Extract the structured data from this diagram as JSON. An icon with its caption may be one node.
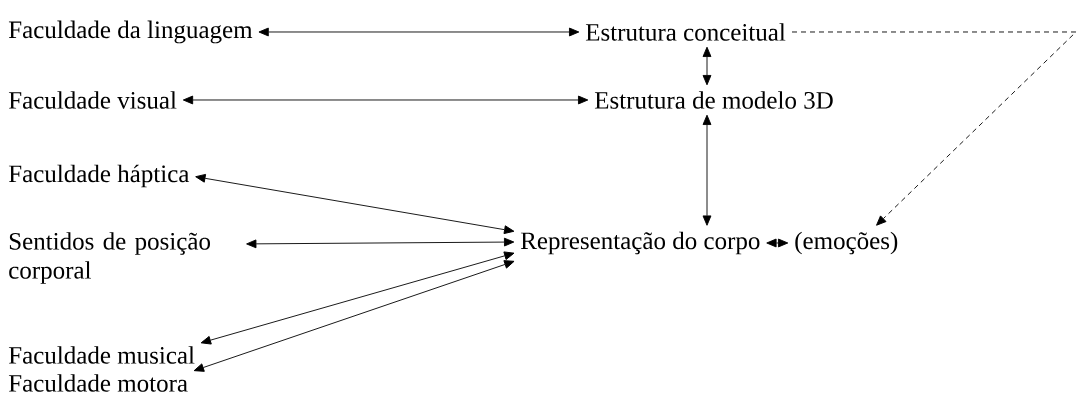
{
  "diagram": {
    "nodes": [
      {
        "text": [
          "Faculdade da linguagem"
        ]
      },
      {
        "text": [
          "Estrutura conceitual"
        ]
      },
      {
        "text": [
          "Faculdade visual"
        ]
      },
      {
        "text": [
          "Estrutura de modelo 3D"
        ]
      },
      {
        "text": [
          "Faculdade háptica"
        ]
      },
      {
        "text": [
          "Sentidos de posição corporal"
        ]
      },
      {
        "text": [
          "Representação do corpo"
        ]
      },
      {
        "text": [
          "(emoções)"
        ]
      },
      {
        "text": [
          "Faculdade musical"
        ]
      },
      {
        "text": [
          "Faculdade motora"
        ]
      }
    ],
    "edges": [
      {
        "from": 0,
        "to": 1,
        "arrow": "both"
      },
      {
        "from": 1,
        "to": 3,
        "arrow": "both"
      },
      {
        "from": 2,
        "to": 3,
        "arrow": "both"
      },
      {
        "from": 3,
        "to": 6,
        "arrow": "both"
      },
      {
        "from": 4,
        "to": 6,
        "arrow": "both"
      },
      {
        "from": 5,
        "to": 6,
        "arrow": "both"
      },
      {
        "from": 8,
        "to": 6,
        "arrow": "both"
      },
      {
        "from": 9,
        "to": 6,
        "arrow": "both"
      },
      {
        "from": 6,
        "to": 7,
        "arrow": "both"
      },
      {
        "from": 1,
        "to": 7,
        "arrow": "to",
        "style": "dashed"
      }
    ]
  }
}
